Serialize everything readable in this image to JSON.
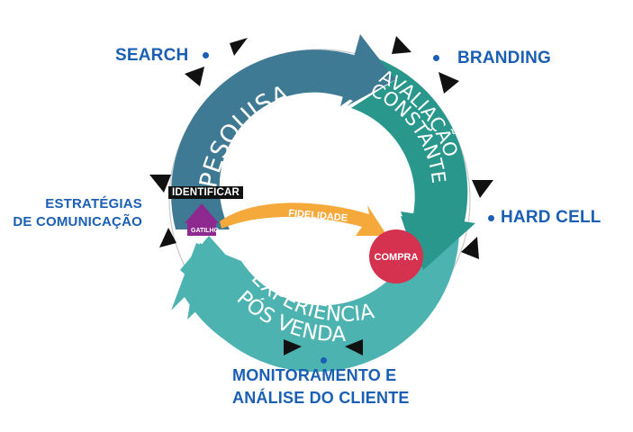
{
  "labels": {
    "search": "SEARCH",
    "branding": "BRANDING",
    "hard_cell": "HARD CELL",
    "estrategias_line1": "ESTRATÉGIAS",
    "estrategias_line2": "DE COMUNICAÇÃO",
    "monitoramento_line1": "MONITORAMENTO E",
    "monitoramento_line2": "ANÁLISE DO CLIENTE"
  },
  "cycle": {
    "pesquisa": "PESQUISA",
    "avaliacao_line1": "AVALIAÇÃO",
    "avaliacao_line2": "CONSTANTE",
    "experiencia_line1": "EXPERIÊNCIA",
    "experiencia_line2": "PÓS VENDA"
  },
  "inner": {
    "identificar": "IDENTIFICAR",
    "gatilho": "GATILHO",
    "fidelidade": "FIDELIDADE",
    "compra": "COMPRA"
  },
  "colors": {
    "label_blue": "#1b5fb5",
    "pesquisa_blue": "#3f7a94",
    "avaliacao_teal": "#2a978c",
    "experiencia_teal": "#4db3b0",
    "fidelidade_orange": "#f6a93b",
    "gatilho_purple": "#8e2a8f",
    "compra_red": "#d4324f"
  }
}
